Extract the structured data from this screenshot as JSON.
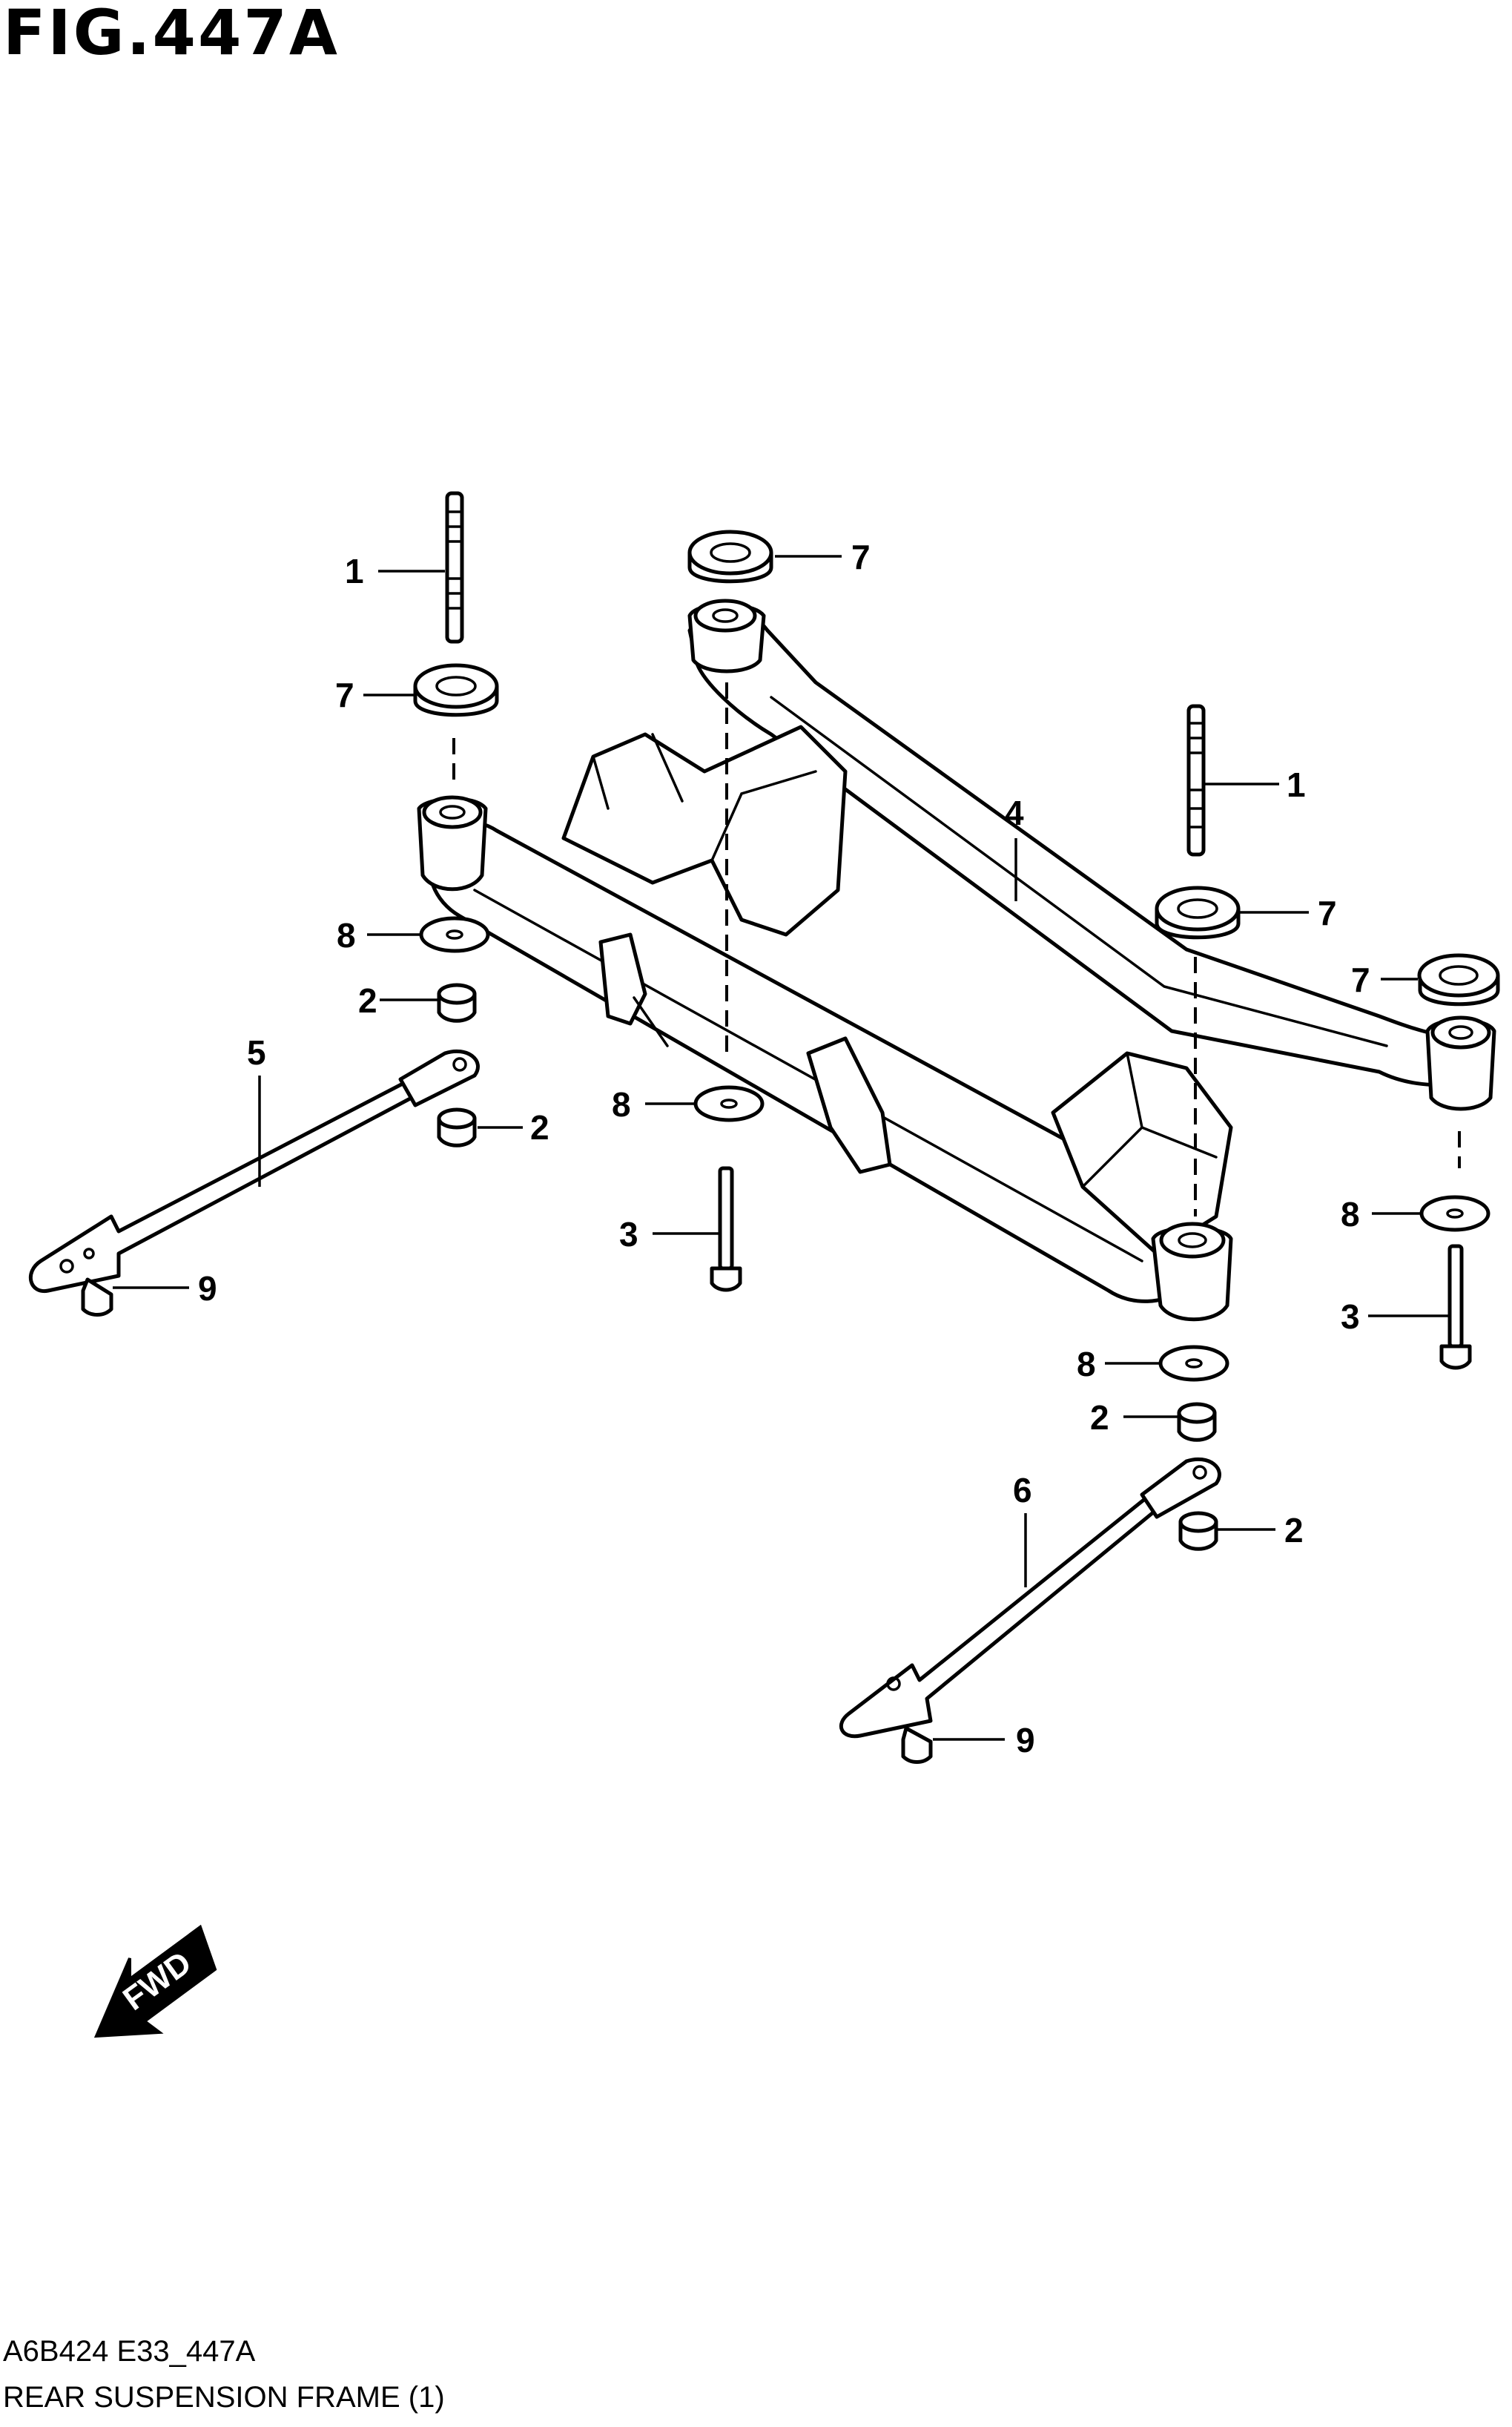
{
  "figure": {
    "title": "FIG.447A",
    "code": "A6B424 E33_447A",
    "name": "REAR SUSPENSION FRAME (1)"
  },
  "callouts": {
    "c1a": "1",
    "c1b": "1",
    "c2a": "2",
    "c2b": "2",
    "c2c": "2",
    "c2d": "2",
    "c3a": "3",
    "c3b": "3",
    "c4": "4",
    "c5": "5",
    "c6": "6",
    "c7a": "7",
    "c7b": "7",
    "c7c": "7",
    "c7d": "7",
    "c8a": "8",
    "c8b": "8",
    "c8c": "8",
    "c8d": "8",
    "c9a": "9",
    "c9b": "9"
  },
  "fwd_label": "FWD"
}
